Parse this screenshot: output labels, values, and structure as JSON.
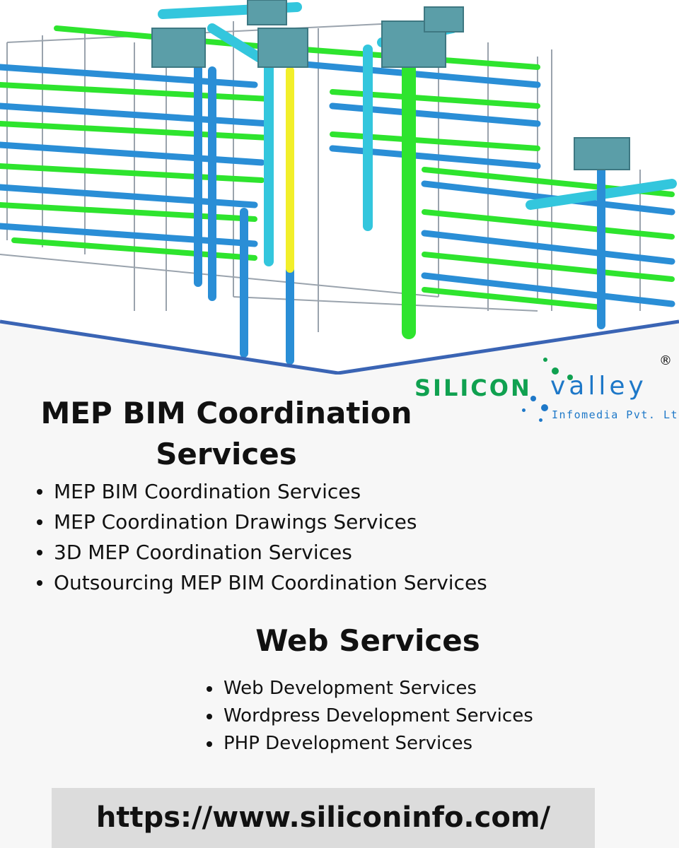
{
  "logo": {
    "word1": "SILICON",
    "word2": "valley",
    "subtitle": "Infomedia Pvt. Ltd.",
    "registered": "®",
    "colors": {
      "green": "#10a150",
      "blue": "#1e78c8"
    }
  },
  "hero": {
    "image_subject": "3D MEP BIM model with ducts and pipes",
    "accent_border": "#3a64b4"
  },
  "mep": {
    "heading": "MEP BIM Coordination Services",
    "items": [
      "MEP BIM Coordination Services",
      "MEP Coordination Drawings Services",
      "3D MEP Coordination Services",
      "Outsourcing MEP BIM Coordination Services"
    ]
  },
  "web": {
    "heading": "Web Services",
    "items": [
      "Web Development Services",
      "Wordpress Development Services",
      "PHP Development Services"
    ]
  },
  "url": "https://www.siliconinfo.com/"
}
